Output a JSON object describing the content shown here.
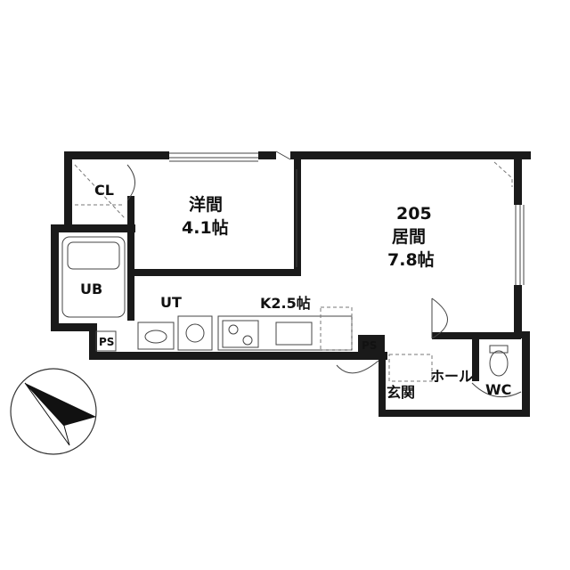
{
  "rooms": {
    "closet": "CL",
    "western_room_name": "洋間",
    "western_room_size": "4.1帖",
    "unit_number": "205",
    "living_room_name": "居間",
    "living_room_size": "7.8帖",
    "unit_bath": "UB",
    "utility": "UT",
    "kitchen": "K2.5帖",
    "pipe_space_left": "PS",
    "pipe_space_right": "PS",
    "hall": "ホール",
    "entrance": "玄関",
    "toilet": "WC"
  },
  "compass": {
    "icon": "north-arrow-icon"
  },
  "colors": {
    "wall": "#1a1a1a",
    "line": "#444444",
    "background": "#ffffff"
  }
}
